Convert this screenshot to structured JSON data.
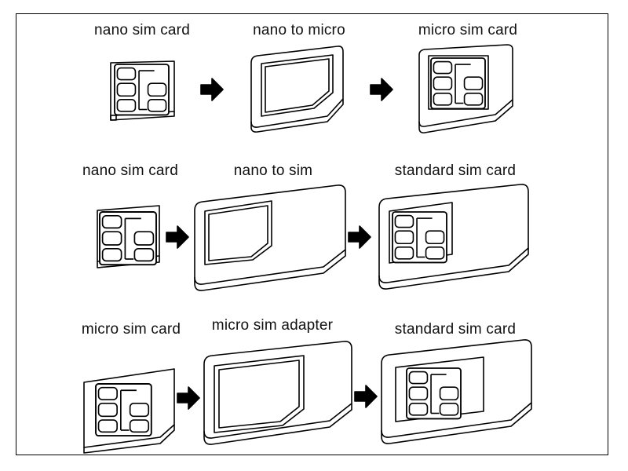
{
  "rows": [
    {
      "steps": [
        "nano sim card",
        "nano to micro",
        "micro sim card"
      ]
    },
    {
      "steps": [
        "nano sim card",
        "nano to sim",
        "standard sim card"
      ]
    },
    {
      "steps": [
        "micro sim card",
        "micro sim adapter",
        "standard sim card"
      ]
    }
  ],
  "colors": {
    "stroke": "#000000",
    "arrow": "#000000",
    "background": "#ffffff"
  }
}
